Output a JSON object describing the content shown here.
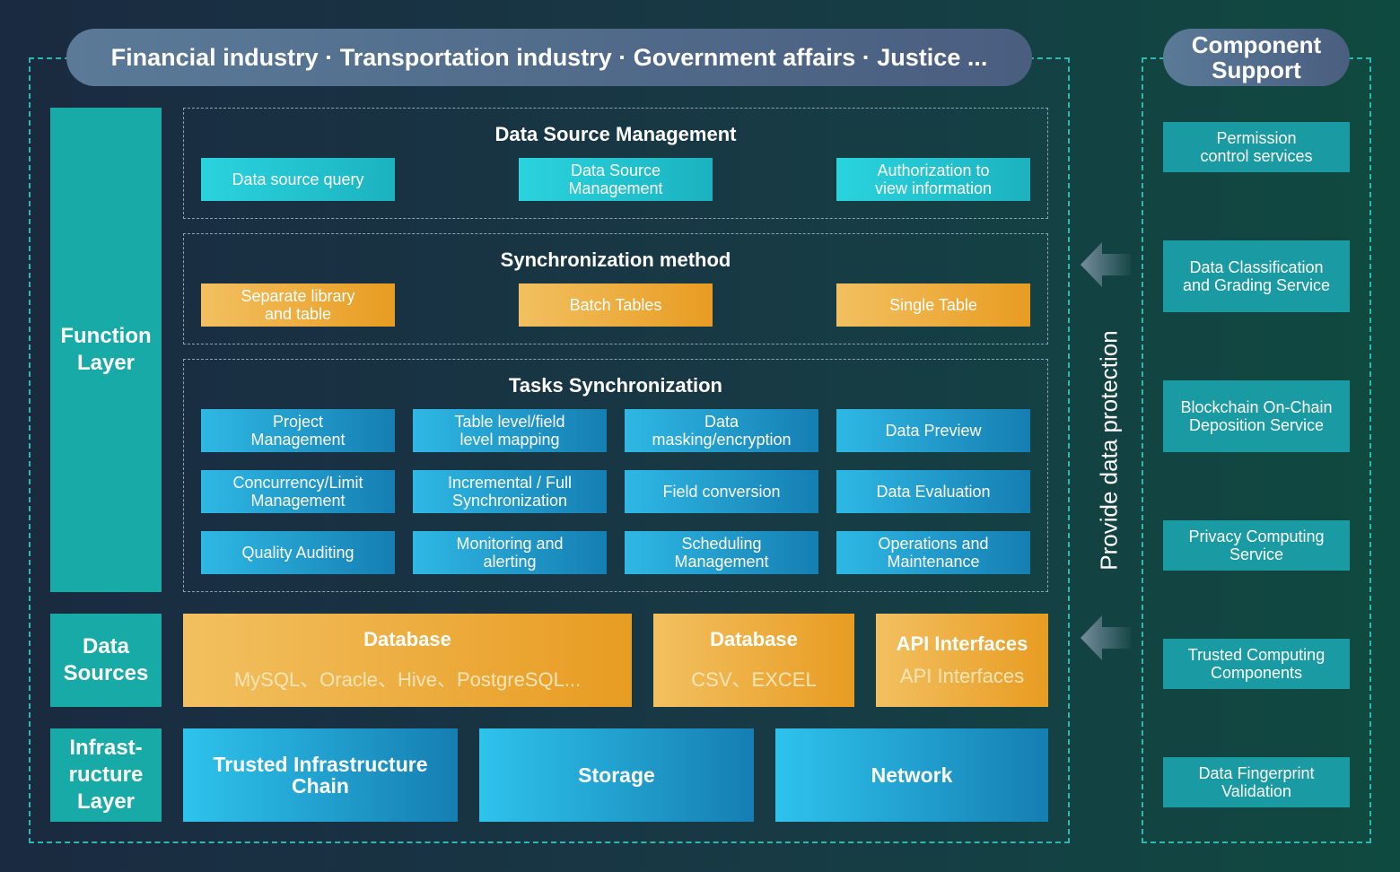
{
  "header": {
    "industries": "Financial industry · Transportation industry · Government affairs · Justice ..."
  },
  "component_support": {
    "title_line1": "Component",
    "title_line2": "Support",
    "items": [
      {
        "line1": "Permission",
        "line2": "control services"
      },
      {
        "line1": "Data Classification",
        "line2": "and Grading Service"
      },
      {
        "line1": "Blockchain On-Chain",
        "line2": "Deposition Service"
      },
      {
        "line1": "Privacy Computing",
        "line2": "Service"
      },
      {
        "line1": "Trusted Computing",
        "line2": "Components"
      },
      {
        "line1": "Data Fingerprint",
        "line2": "Validation"
      }
    ]
  },
  "protection_label": "Provide data protection",
  "layers": {
    "function": {
      "line1": "Function",
      "line2": "Layer"
    },
    "data_sources": {
      "line1": "Data",
      "line2": "Sources"
    },
    "infrastructure": {
      "line1": "Infrast-",
      "line2": "ructure",
      "line3": "Layer"
    }
  },
  "data_source_management": {
    "title": "Data Source Management",
    "items": [
      {
        "line1": "Data source query",
        "line2": ""
      },
      {
        "line1": "Data Source",
        "line2": "Management"
      },
      {
        "line1": "Authorization to",
        "line2": "view information"
      }
    ]
  },
  "synchronization_method": {
    "title": "Synchronization method",
    "items": [
      {
        "line1": "Separate library",
        "line2": "and table"
      },
      {
        "line1": "Batch Tables",
        "line2": ""
      },
      {
        "line1": "Single Table",
        "line2": ""
      }
    ]
  },
  "tasks_synchronization": {
    "title": "Tasks Synchronization",
    "items": [
      {
        "line1": "Project",
        "line2": "Management"
      },
      {
        "line1": "Table level/field",
        "line2": "level mapping"
      },
      {
        "line1": "Data",
        "line2": "masking/encryption"
      },
      {
        "line1": "Data Preview",
        "line2": ""
      },
      {
        "line1": "Concurrency/Limit",
        "line2": "Management"
      },
      {
        "line1": "Incremental / Full",
        "line2": "Synchronization"
      },
      {
        "line1": "Field conversion",
        "line2": ""
      },
      {
        "line1": "Data Evaluation",
        "line2": ""
      },
      {
        "line1": "Quality Auditing",
        "line2": ""
      },
      {
        "line1": "Monitoring and",
        "line2": "alerting"
      },
      {
        "line1": "Scheduling",
        "line2": "Management"
      },
      {
        "line1": "Operations and",
        "line2": "Maintenance"
      }
    ]
  },
  "data_sources": [
    {
      "title": "Database",
      "subtitle": "MySQL、Oracle、Hive、PostgreSQL..."
    },
    {
      "title": "Database",
      "subtitle": "CSV、EXCEL"
    },
    {
      "title": "API Interfaces",
      "subtitle": "API Interfaces"
    }
  ],
  "infrastructure": [
    {
      "line1": "Trusted Infrastructure",
      "line2": "Chain"
    },
    {
      "line1": "Storage",
      "line2": ""
    },
    {
      "line1": "Network",
      "line2": ""
    }
  ],
  "colors": {
    "teal_label": "#18aaa6",
    "frame_dash": "#2fb8b0",
    "orange": "#e89c22",
    "blue": "#157eb2",
    "cyan": "#2ad3de"
  }
}
